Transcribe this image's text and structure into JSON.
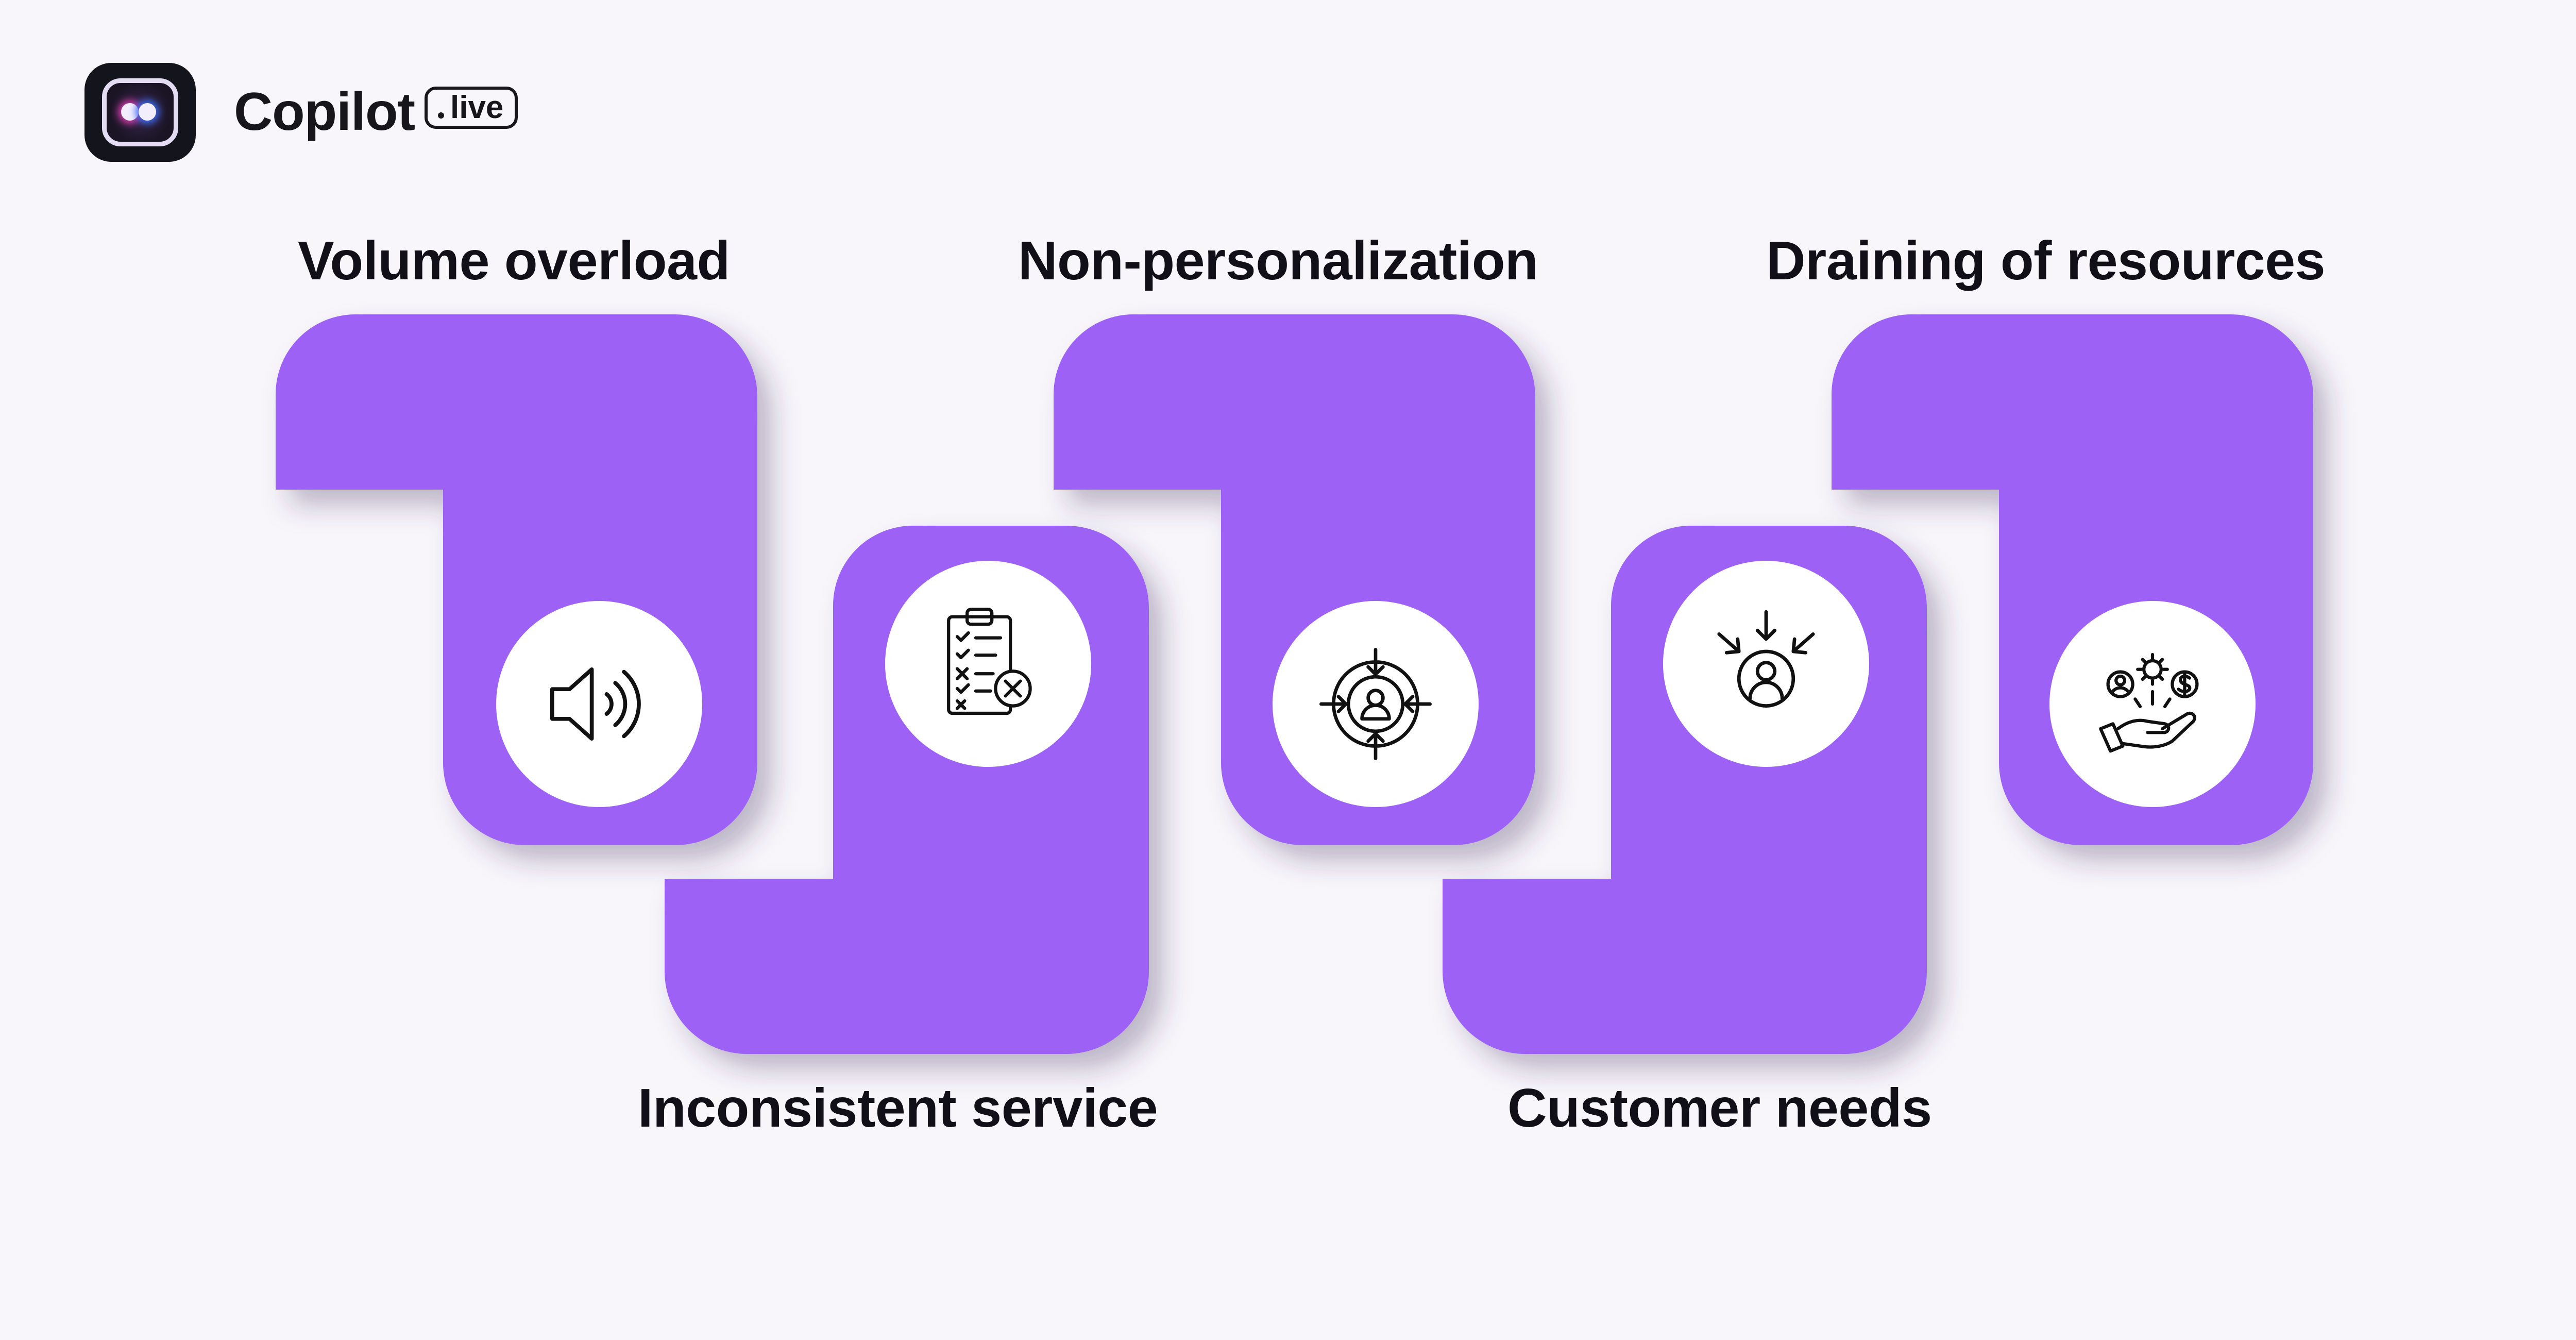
{
  "brand": {
    "name": "Copilot",
    "tag": "live"
  },
  "steps": [
    {
      "label": "Volume overload",
      "icon": "speaker-volume-icon"
    },
    {
      "label": "Inconsistent service",
      "icon": "checklist-error-icon"
    },
    {
      "label": "Non-personalization",
      "icon": "user-target-icon"
    },
    {
      "label": "Customer needs",
      "icon": "customer-focus-icon"
    },
    {
      "label": "Draining of resources",
      "icon": "resources-hand-icon"
    }
  ],
  "colors": {
    "background": "#f8f6fb",
    "shape": "#9d62f5",
    "circle": "#ffffff",
    "text": "#111018"
  }
}
